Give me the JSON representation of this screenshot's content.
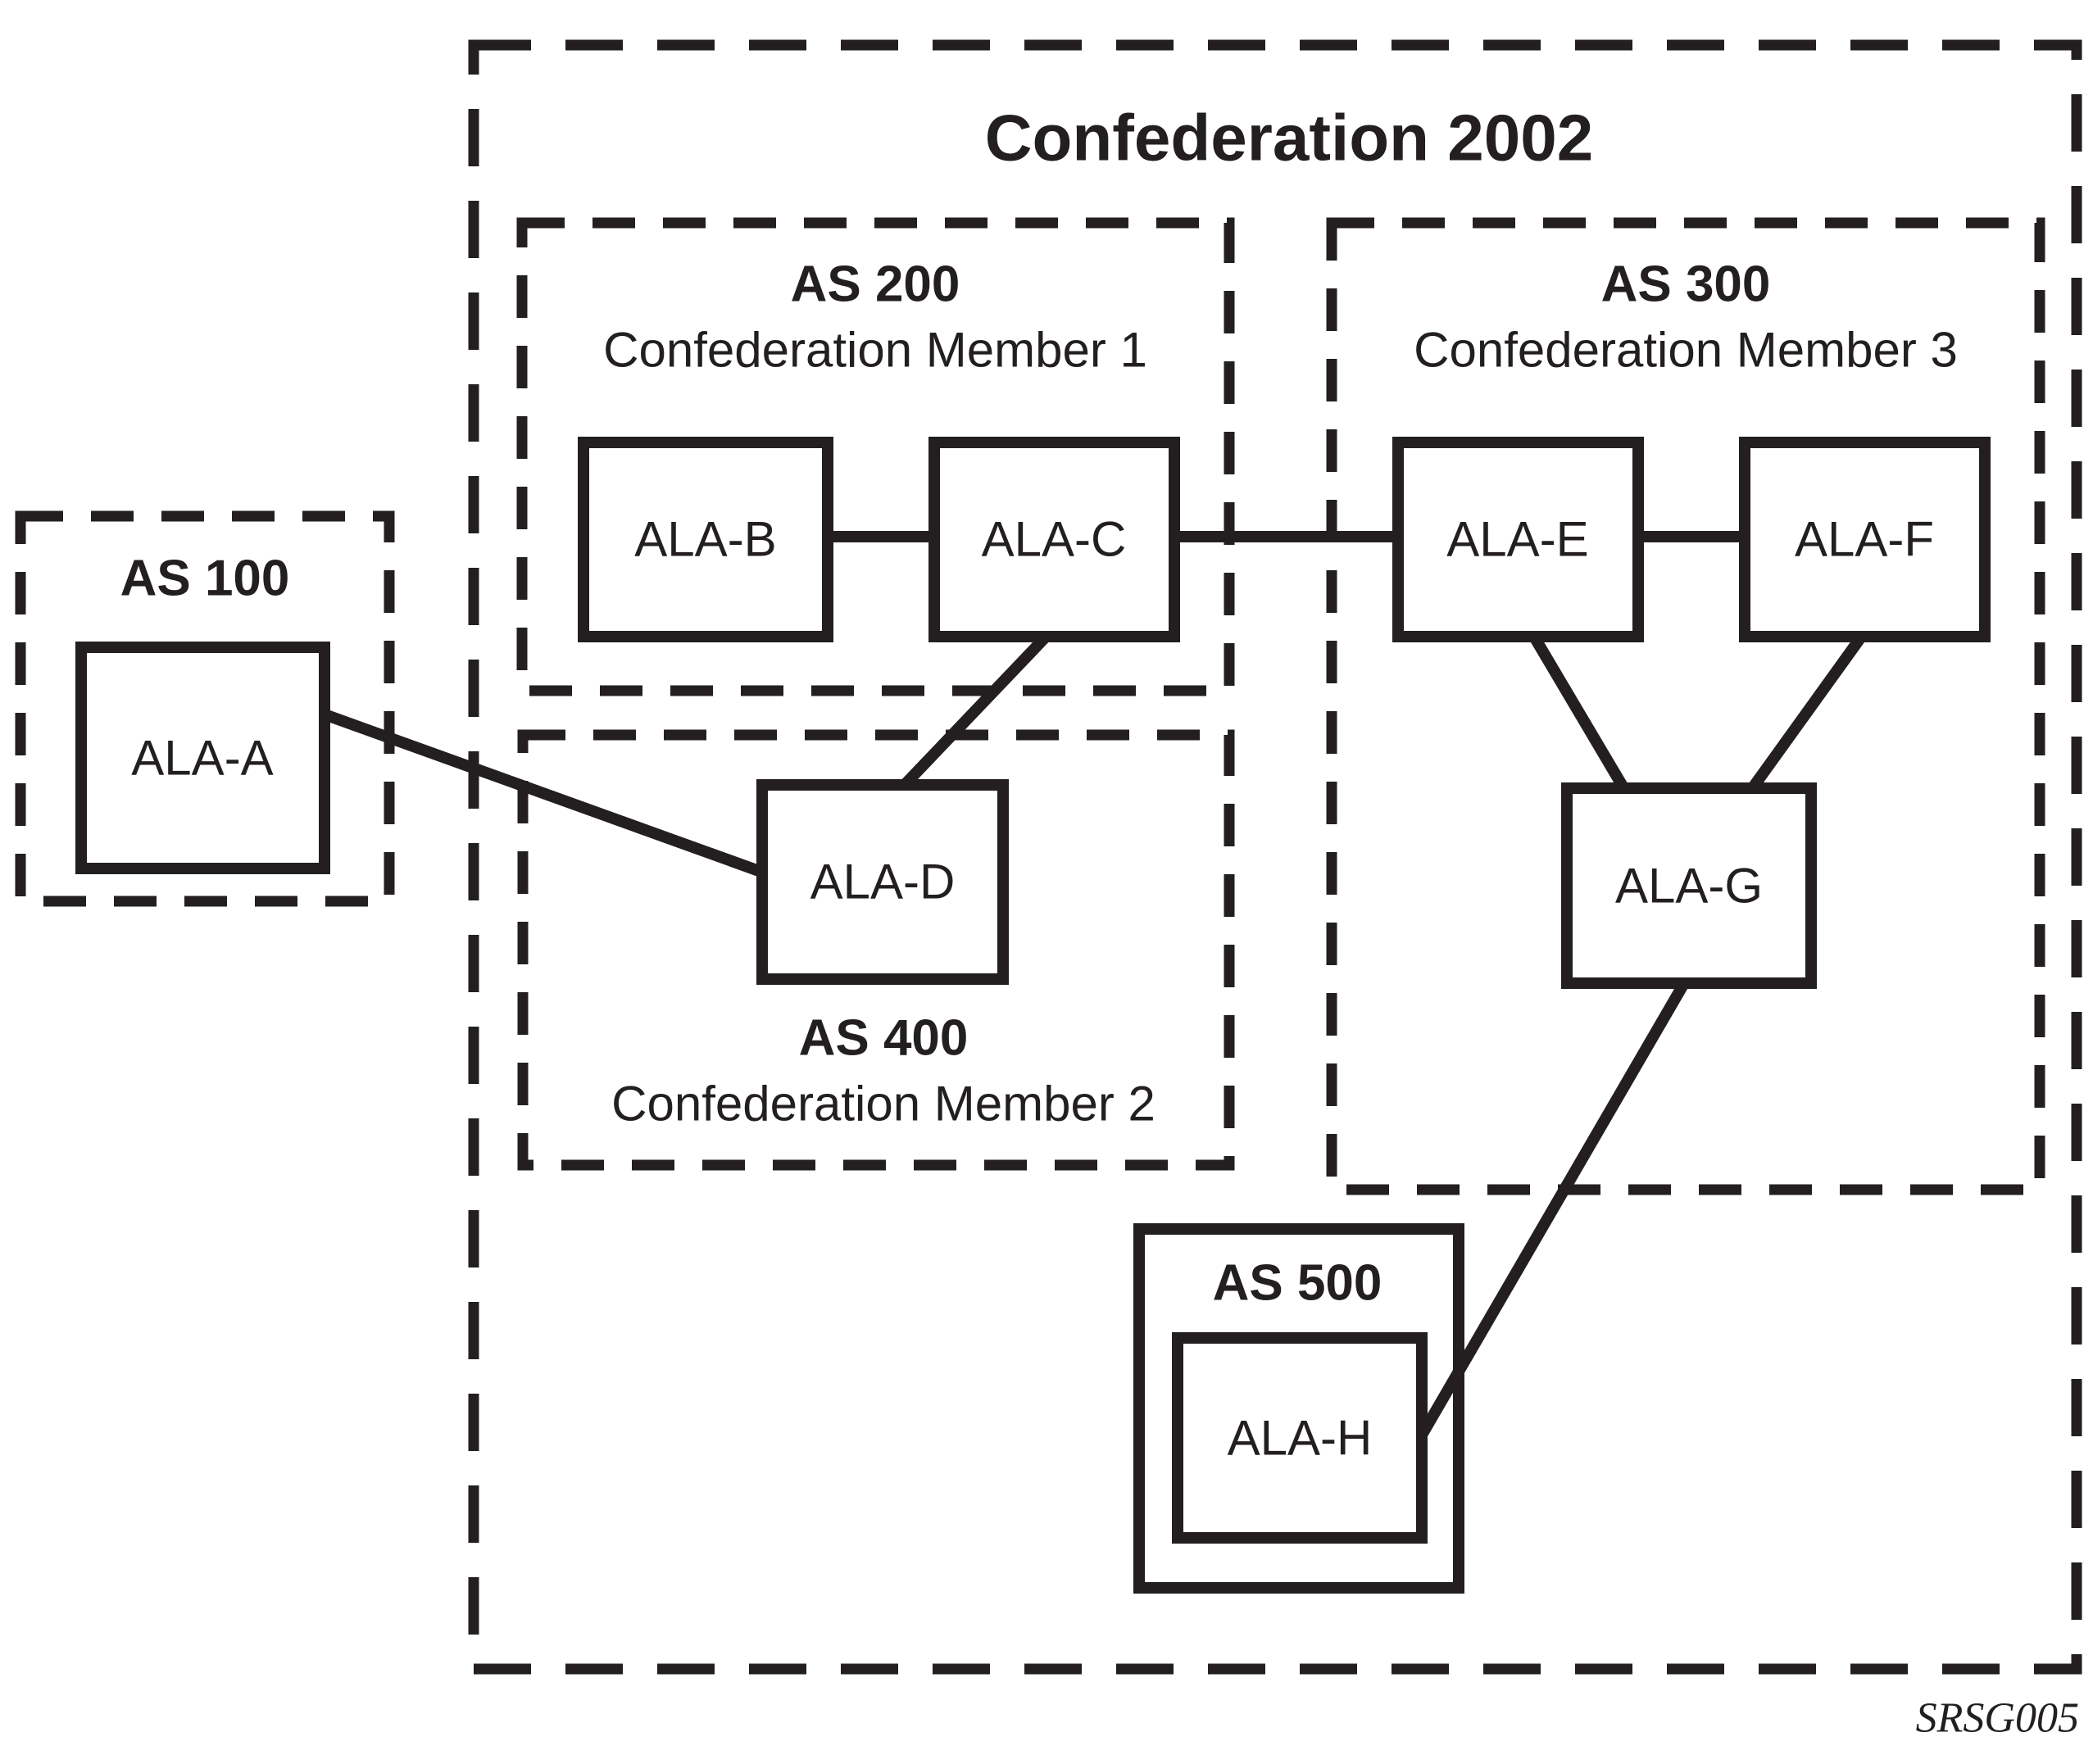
{
  "diagram": {
    "title": "Confederation 2002",
    "figure_code": "SRSG005",
    "line_color": "#231f20",
    "background_color": "#ffffff",
    "groups": {
      "as100": {
        "label": "AS 100"
      },
      "as200": {
        "label": "AS 200",
        "sublabel": "Confederation Member 1"
      },
      "as300": {
        "label": "AS 300",
        "sublabel": "Confederation Member 3"
      },
      "as400": {
        "label": "AS 400",
        "sublabel": "Confederation Member 2"
      },
      "as500": {
        "label": "AS 500"
      }
    },
    "nodes": {
      "a": {
        "label": "ALA-A"
      },
      "b": {
        "label": "ALA-B"
      },
      "c": {
        "label": "ALA-C"
      },
      "d": {
        "label": "ALA-D"
      },
      "e": {
        "label": "ALA-E"
      },
      "f": {
        "label": "ALA-F"
      },
      "g": {
        "label": "ALA-G"
      },
      "h": {
        "label": "ALA-H"
      }
    },
    "links": [
      {
        "from": "ALA-B",
        "to": "ALA-C"
      },
      {
        "from": "ALA-C",
        "to": "ALA-E"
      },
      {
        "from": "ALA-E",
        "to": "ALA-F"
      },
      {
        "from": "ALA-A",
        "to": "ALA-D"
      },
      {
        "from": "ALA-C",
        "to": "ALA-D"
      },
      {
        "from": "ALA-E",
        "to": "ALA-G"
      },
      {
        "from": "ALA-F",
        "to": "ALA-G"
      },
      {
        "from": "ALA-G",
        "to": "ALA-H"
      }
    ]
  }
}
